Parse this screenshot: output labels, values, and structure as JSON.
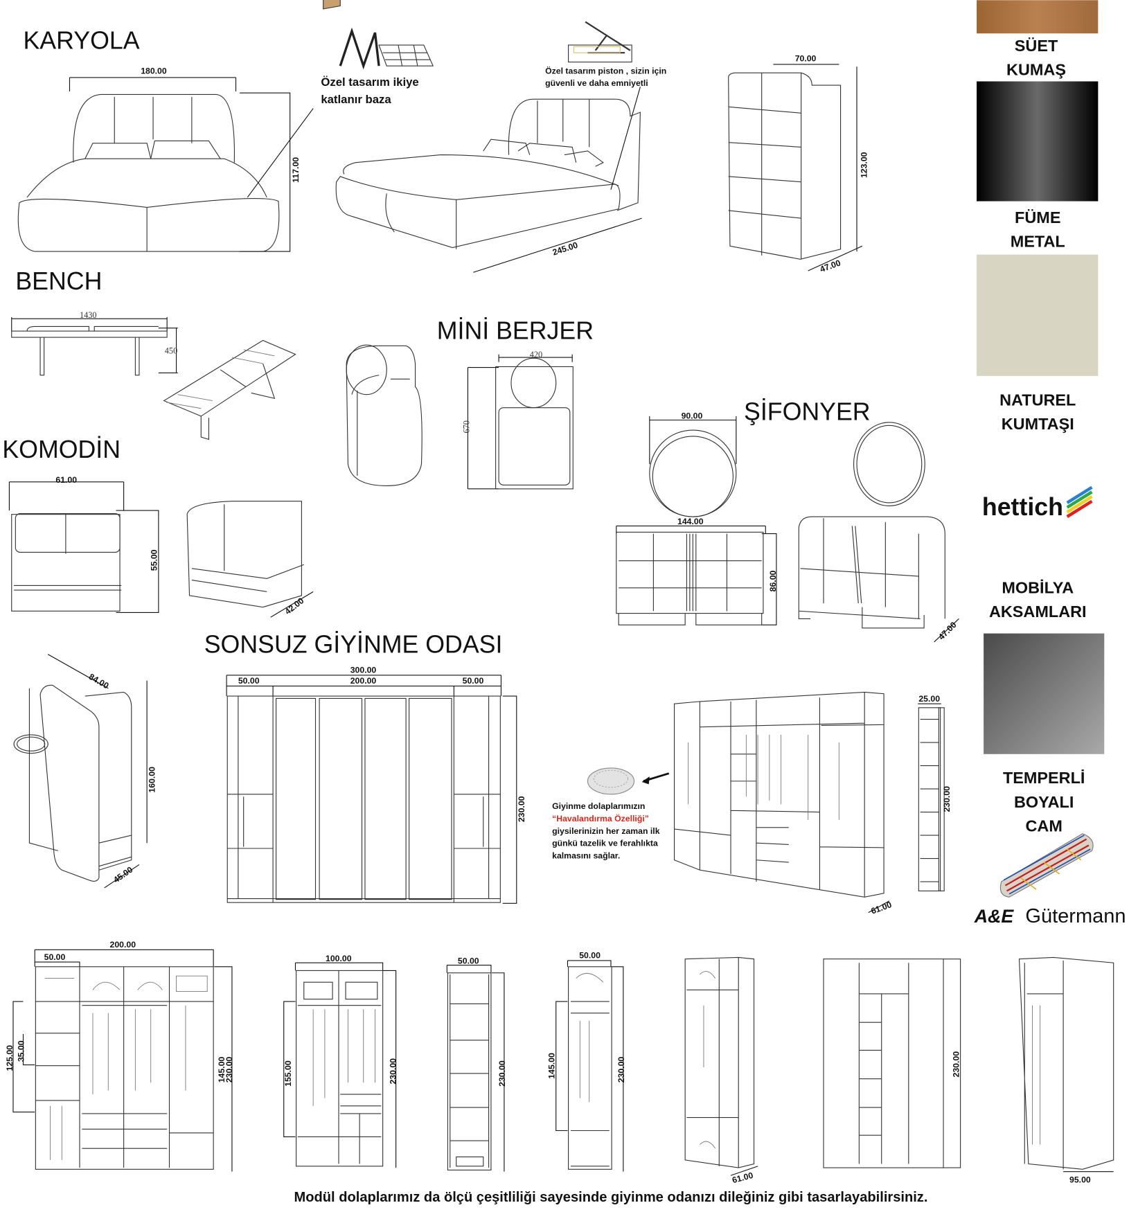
{
  "titles": {
    "karyola": "KARYOLA",
    "bench": "BENCH",
    "mini_berjer": "MİNİ BERJER",
    "komodin": "KOMODİN",
    "sifonyer": "ŞİFONYER",
    "giyinme": "SONSUZ GİYİNME ODASI"
  },
  "notes": {
    "baza": [
      "Özel tasarım ikiye",
      "katlanır baza"
    ],
    "piston": [
      "Özel tasarım piston , sizin için",
      "güvenli ve daha emniyetli"
    ],
    "ventilation": {
      "line1": "Giyinme dolaplarımızın",
      "highlight": "“Havalandırma Özelliği”",
      "line3": "giysilerinizin her zaman ilk",
      "line4": "günkü tazelik ve ferahlıkta",
      "line5": "kalmasını sağlar."
    }
  },
  "dimensions": {
    "bed_width": "180.00",
    "bed_height": "117.00",
    "bed_length": "245.00",
    "tall_width": "70.00",
    "tall_height": "123.00",
    "tall_depth": "47.00",
    "bench_width": "1430",
    "bench_height": "450",
    "berjer_width": "420",
    "berjer_height": "670",
    "komodin_width": "61.00",
    "komodin_height": "55.00",
    "komodin_depth": "42.00",
    "mirror_width": "90.00",
    "sifonyer_width": "144.00",
    "sifonyer_height": "86.00",
    "sifonyer_depth": "47.00",
    "stand_mirror_width": "84.00",
    "stand_mirror_height": "160.00",
    "stand_mirror_depth": "45.00",
    "wardrobe_total": "300.00",
    "wardrobe_middle": "200.00",
    "wardrobe_left": "50.00",
    "wardrobe_right": "50.00",
    "wardrobe_height": "230.00",
    "side_width": "25.00",
    "side_height": "230.00",
    "walkin_depth": "61.00"
  },
  "modules": [
    {
      "w1": "200.00",
      "w2": "50.00",
      "h1": "125.00",
      "h2": "35.00",
      "h3": "145.00",
      "h4": "230.00"
    },
    {
      "w1": "100.00",
      "h1": "155.00",
      "h2": "230.00"
    },
    {
      "w1": "50.00",
      "h1": "230.00"
    },
    {
      "w1": "50.00",
      "h1": "145.00",
      "h2": "230.00"
    },
    {
      "d1": "61.00"
    },
    {
      "h1": "230.00"
    },
    {
      "w1": "95.00"
    }
  ],
  "materials": {
    "suet": [
      "SÜET",
      "KUMAŞ"
    ],
    "fume": [
      "FÜME",
      "METAL"
    ],
    "naturel": [
      "NATUREL",
      "KUMTAŞI"
    ],
    "hettich_logo": "hettich",
    "aksam": [
      "MOBİLYA",
      "AKSAMLARI"
    ],
    "cam": [
      "TEMPERLİ",
      "BOYALI",
      "CAM"
    ],
    "ae_logo": "A&E",
    "gutermann_logo": "Gütermann"
  },
  "colors": {
    "suet": "#a8733f",
    "fume": "#0b0b0b",
    "naturel": "#d8d6c3",
    "cam": "#707070",
    "highlight": "#d42a1a"
  },
  "caption": "Modül dolaplarımız da ölçü çeşitliliği sayesinde giyinme odanızı dileğiniz gibi tasarlayabilirsiniz."
}
